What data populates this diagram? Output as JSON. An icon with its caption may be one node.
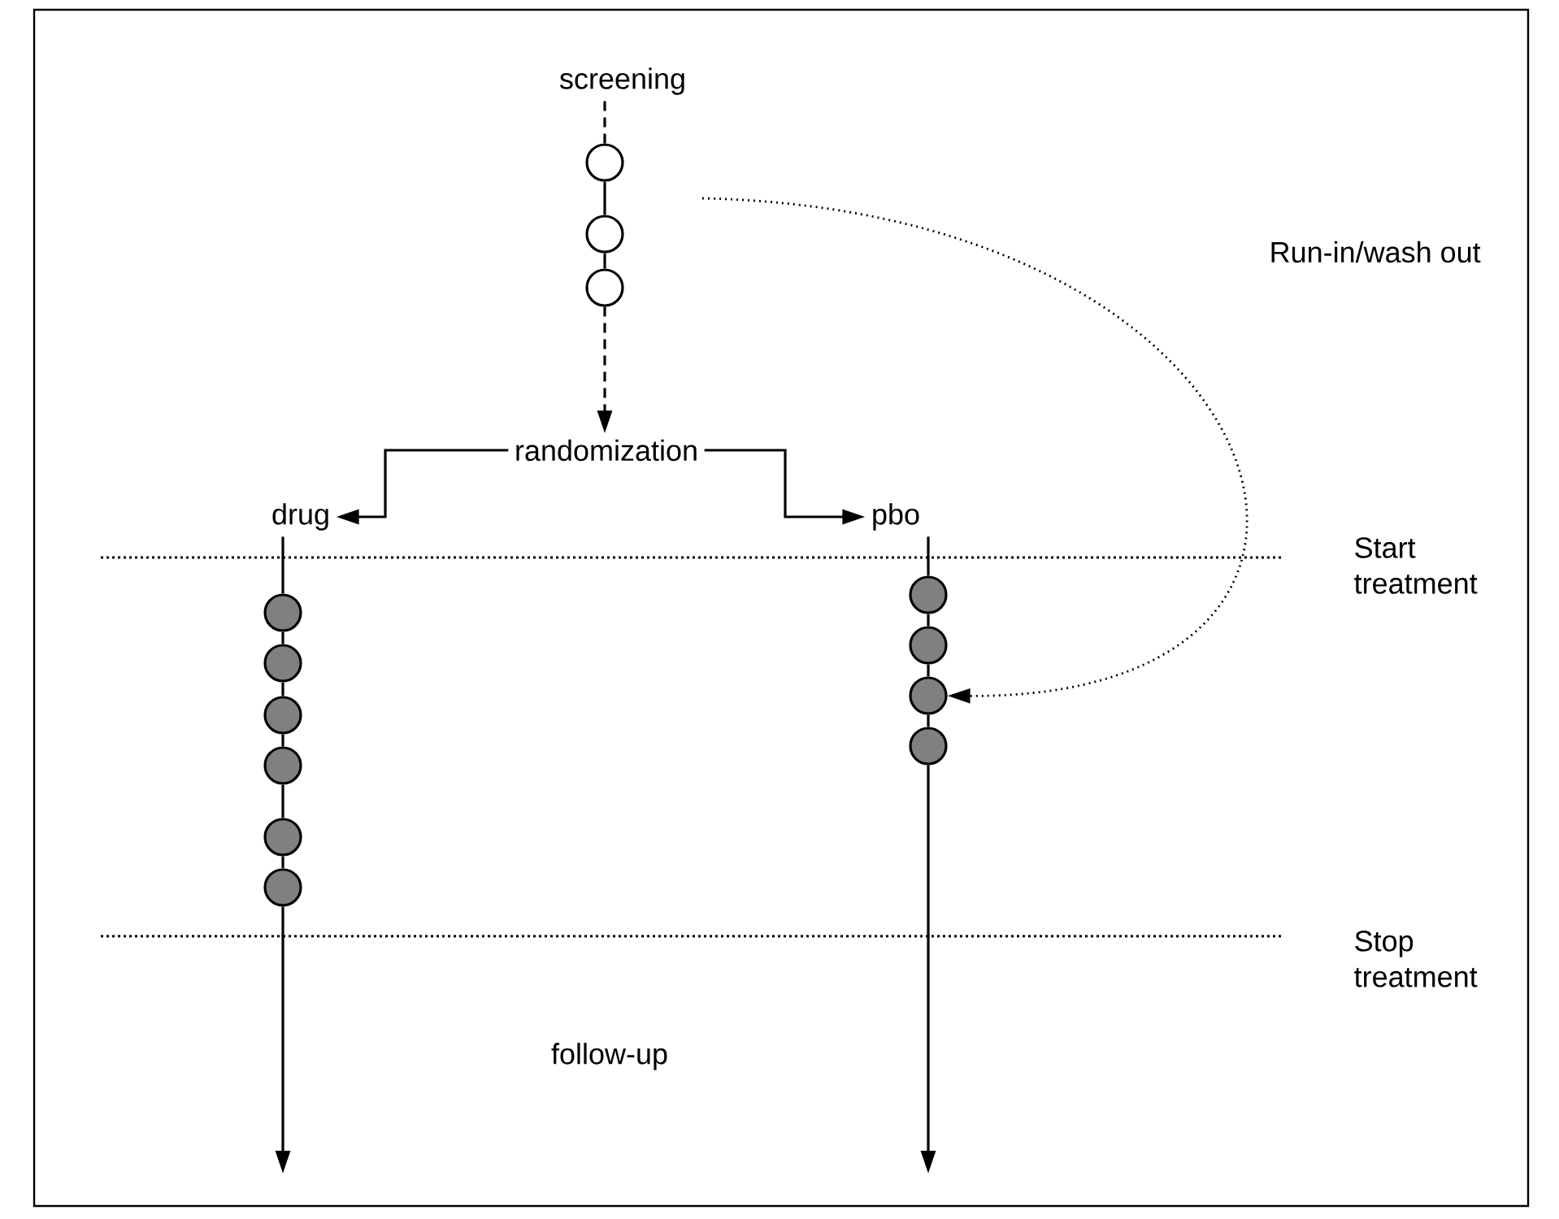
{
  "diagram": {
    "nodes": [
      {
        "text": [
          "screening"
        ]
      },
      {
        "text": [],
        "shape": "circle"
      },
      {
        "text": [],
        "shape": "circle"
      },
      {
        "text": [],
        "shape": "circle"
      },
      {
        "text": [
          "randomization"
        ]
      },
      {
        "text": [
          "drug"
        ]
      },
      {
        "text": [
          "pbo"
        ]
      },
      {
        "text": [],
        "shape": "circle"
      },
      {
        "text": [],
        "shape": "circle"
      },
      {
        "text": [],
        "shape": "circle"
      },
      {
        "text": [],
        "shape": "circle"
      },
      {
        "text": [],
        "shape": "circle"
      },
      {
        "text": [],
        "shape": "circle"
      },
      {
        "text": [],
        "shape": "circle"
      },
      {
        "text": [],
        "shape": "circle"
      },
      {
        "text": [],
        "shape": "circle"
      },
      {
        "text": [],
        "shape": "circle"
      }
    ],
    "edges": [
      {
        "from": 0,
        "to": 1,
        "arrow": "none",
        "style": "dashed"
      },
      {
        "from": 1,
        "to": 2,
        "arrow": "none"
      },
      {
        "from": 2,
        "to": 3,
        "arrow": "none"
      },
      {
        "from": 3,
        "to": 4,
        "arrow": "to",
        "style": "dashed"
      },
      {
        "from": 4,
        "to": 5,
        "arrow": "to"
      },
      {
        "from": 4,
        "to": 6,
        "arrow": "to"
      },
      {
        "from": 5,
        "to": 7,
        "arrow": "none"
      },
      {
        "from": 7,
        "to": 8,
        "arrow": "none"
      },
      {
        "from": 8,
        "to": 9,
        "arrow": "none"
      },
      {
        "from": 9,
        "to": 10,
        "arrow": "none"
      },
      {
        "from": 10,
        "to": 11,
        "arrow": "none"
      },
      {
        "from": 11,
        "to": 12,
        "arrow": "none"
      },
      {
        "from": 12,
        "to": null,
        "arrow": "to"
      },
      {
        "from": 6,
        "to": 13,
        "arrow": "none"
      },
      {
        "from": 13,
        "to": 14,
        "arrow": "none"
      },
      {
        "from": 14,
        "to": 15,
        "arrow": "none"
      },
      {
        "from": 15,
        "to": 16,
        "arrow": "none"
      },
      {
        "from": 16,
        "to": null,
        "arrow": "to"
      },
      {
        "from": null,
        "to": 15,
        "arrow": "to",
        "style": "dashed"
      }
    ],
    "labels": [
      "Run-in/wash out",
      "Start treatment",
      "Stop treatment",
      "follow-up"
    ]
  }
}
